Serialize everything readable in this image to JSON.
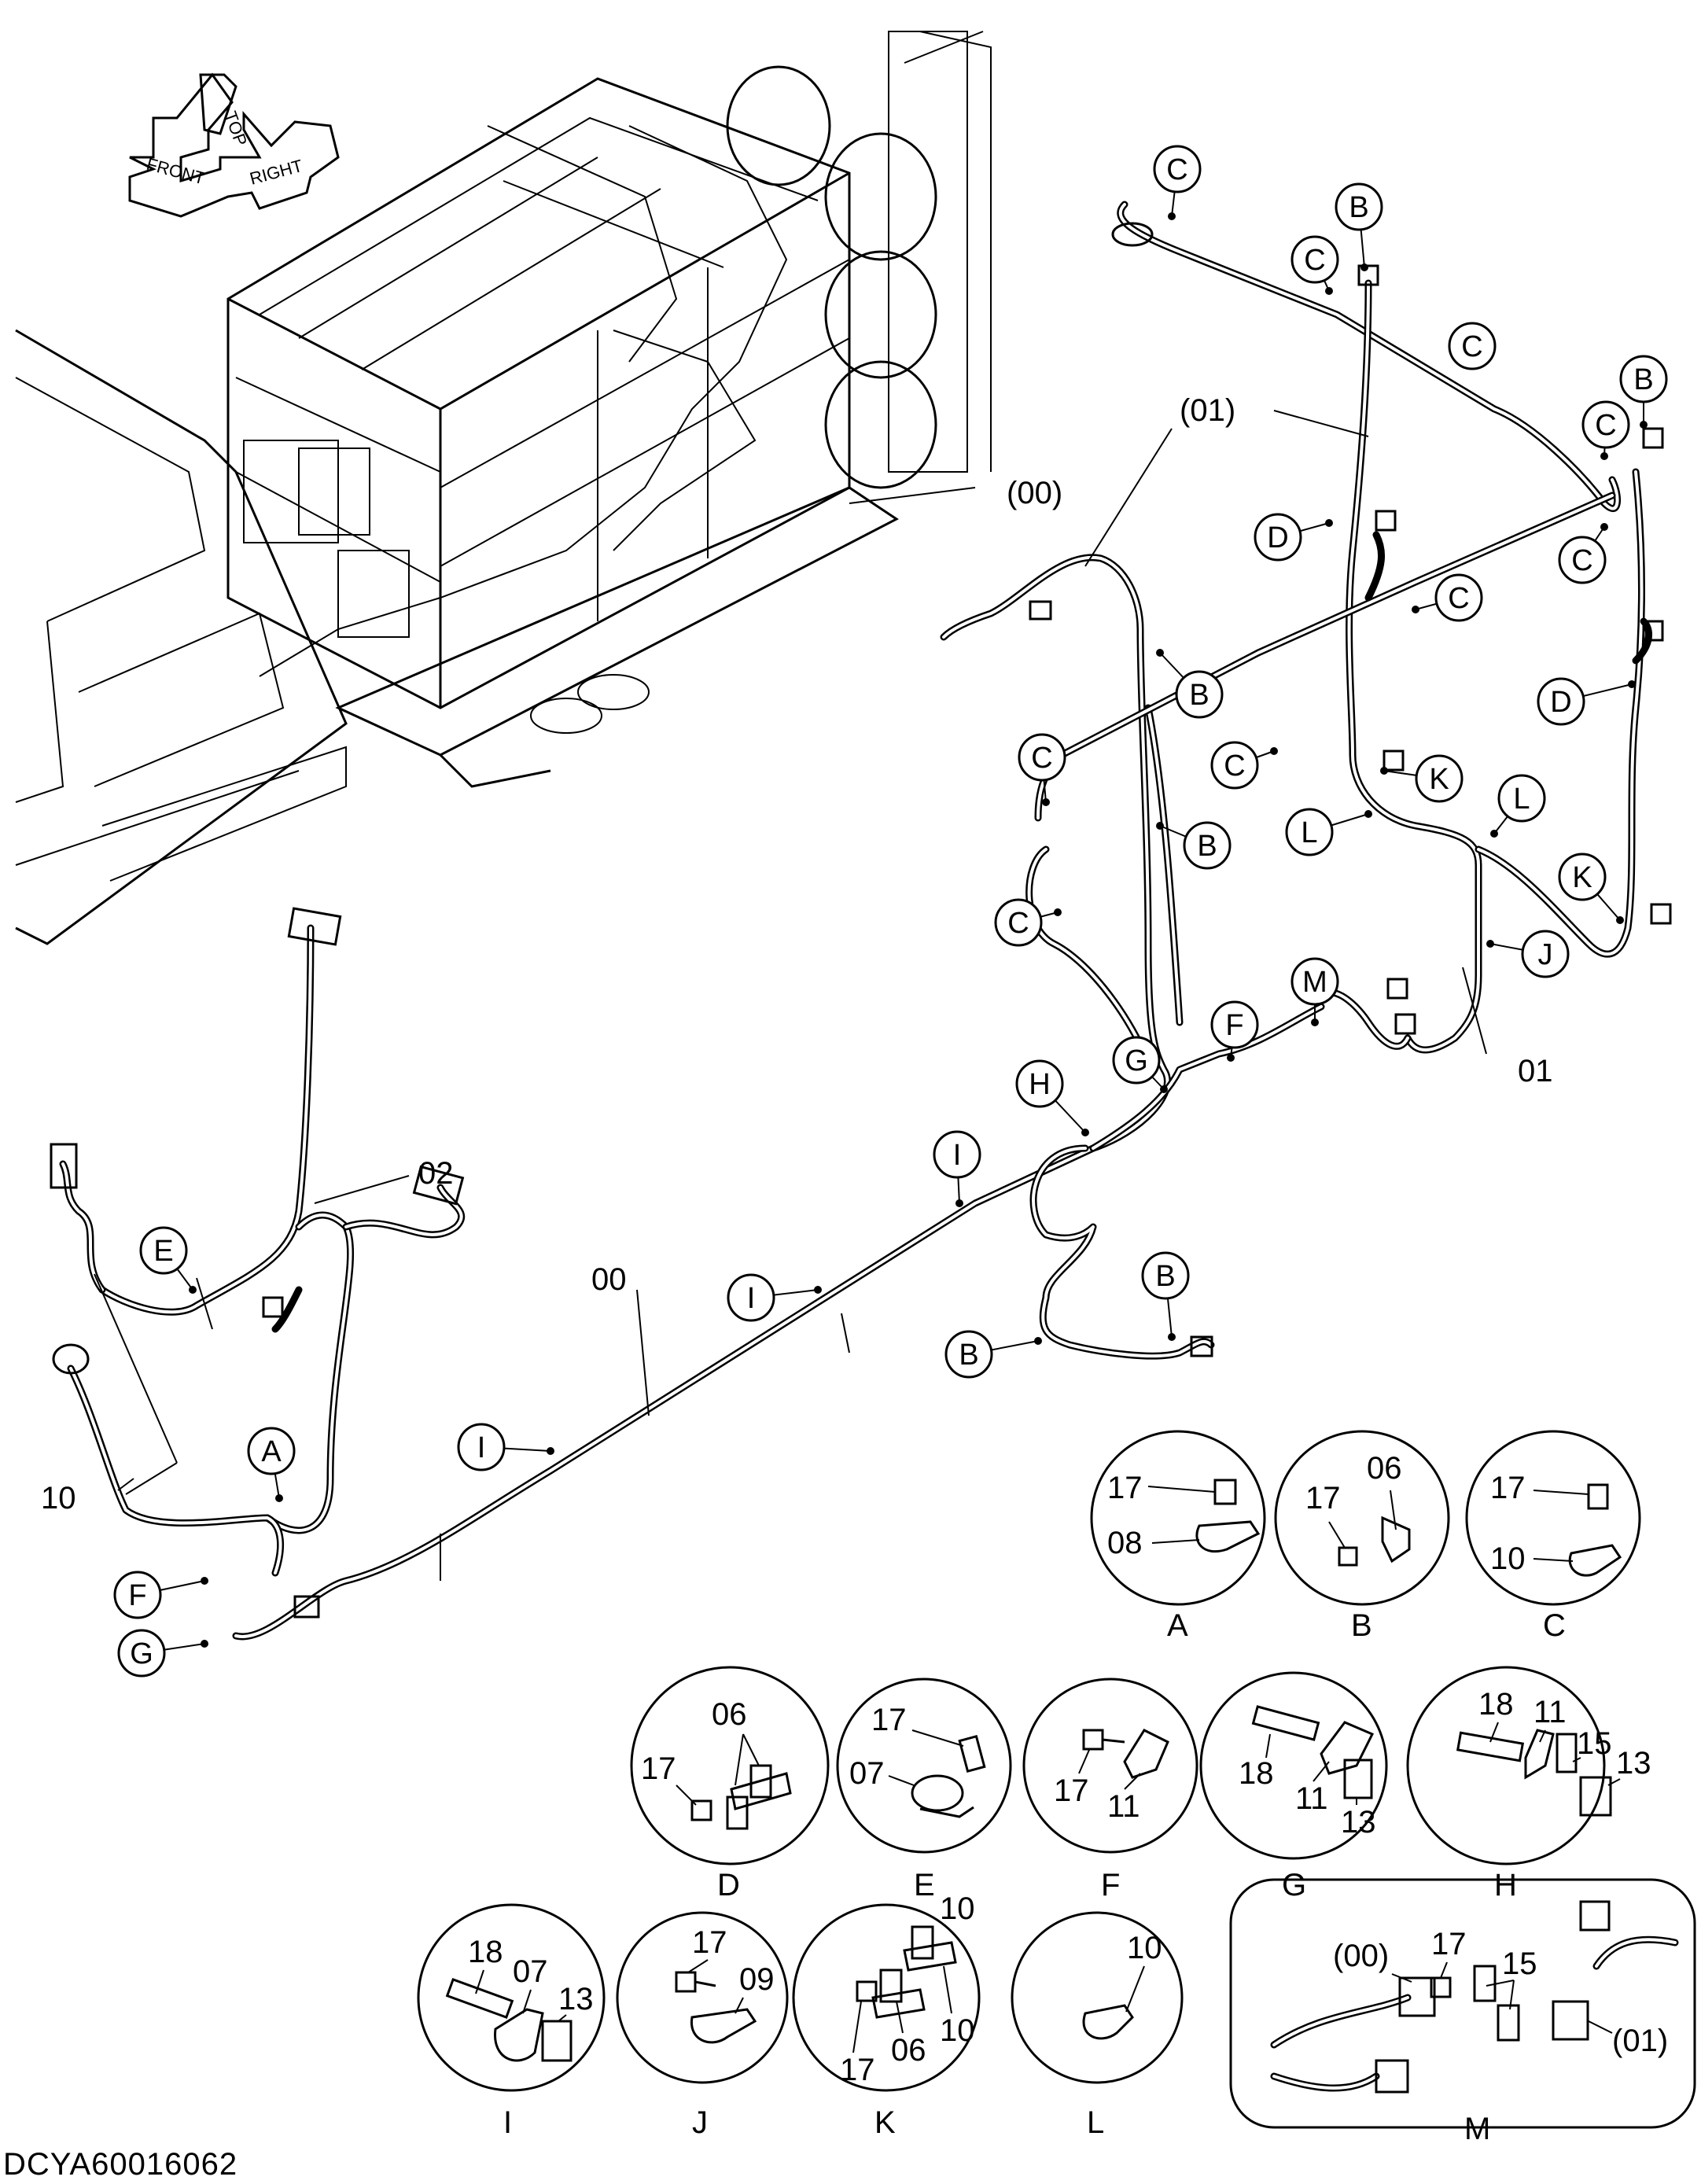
{
  "drawing_code": "DCYA60016062",
  "orientation_arrows": [
    "TOP",
    "FRONT",
    "RIGHT"
  ],
  "part_labels": {
    "harness_00": "00",
    "harness_00_paren": "(00)",
    "harness_01": "01",
    "harness_01_paren": "(01)",
    "harness_02": "02",
    "clip_10": "10"
  },
  "callout_letters": {
    "A": "A",
    "B": "B",
    "C": "C",
    "D": "D",
    "E": "E",
    "F": "F",
    "G": "G",
    "H": "H",
    "I": "I",
    "J": "J",
    "K": "K",
    "L": "L",
    "M": "M"
  },
  "detail_views": [
    {
      "letter": "A",
      "parts": [
        "17",
        "08"
      ]
    },
    {
      "letter": "B",
      "parts": [
        "17",
        "06"
      ]
    },
    {
      "letter": "C",
      "parts": [
        "17",
        "10"
      ]
    },
    {
      "letter": "D",
      "parts": [
        "06",
        "17"
      ]
    },
    {
      "letter": "E",
      "parts": [
        "17",
        "07"
      ]
    },
    {
      "letter": "F",
      "parts": [
        "17",
        "11"
      ]
    },
    {
      "letter": "G",
      "parts": [
        "18",
        "11",
        "13"
      ]
    },
    {
      "letter": "H",
      "parts": [
        "18",
        "11",
        "15",
        "13"
      ]
    },
    {
      "letter": "I",
      "parts": [
        "18",
        "07",
        "13"
      ]
    },
    {
      "letter": "J",
      "parts": [
        "17",
        "09"
      ]
    },
    {
      "letter": "K",
      "parts": [
        "10",
        "17",
        "06",
        "10"
      ]
    },
    {
      "letter": "L",
      "parts": [
        "10"
      ]
    },
    {
      "letter": "M",
      "parts": [
        "(00)",
        "17",
        "15",
        "(01)"
      ]
    }
  ]
}
